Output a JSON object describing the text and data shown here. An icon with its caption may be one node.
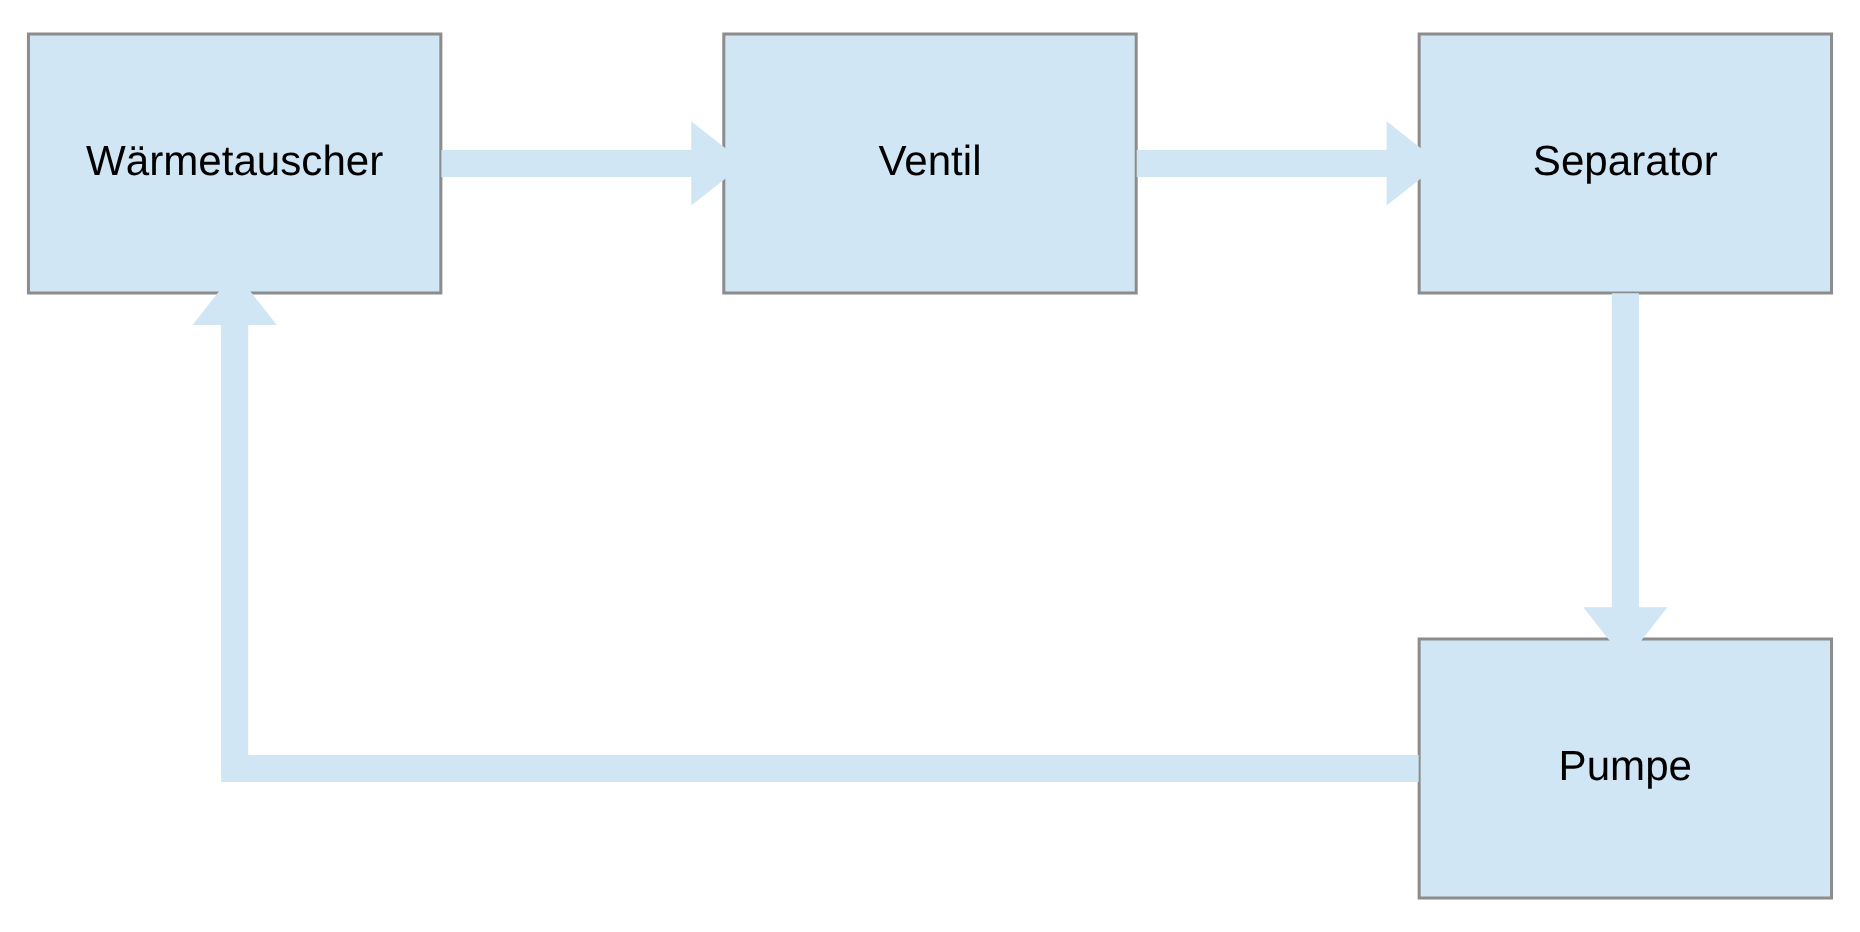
{
  "diagram": {
    "nodes": [
      {
        "text": [
          "Wärmetauscher"
        ]
      },
      {
        "text": [
          "Ventil"
        ]
      },
      {
        "text": [
          "Separator"
        ]
      },
      {
        "text": [
          "Pumpe"
        ]
      }
    ],
    "edges": [
      {
        "from": 0,
        "to": 1,
        "arrow": "to"
      },
      {
        "from": 1,
        "to": 2,
        "arrow": "to"
      },
      {
        "from": 2,
        "to": 3,
        "arrow": "to"
      },
      {
        "from": 3,
        "to": 0,
        "arrow": "to"
      }
    ]
  }
}
